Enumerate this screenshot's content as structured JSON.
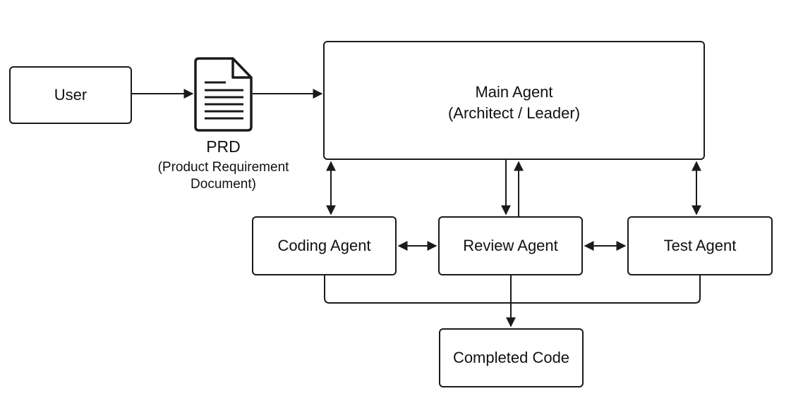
{
  "nodes": {
    "user": "User",
    "prd_title": "PRD",
    "prd_subtitle_line1": "(Product Requirement",
    "prd_subtitle_line2": "Document)",
    "main_line1": "Main Agent",
    "main_line2": "(Architect / Leader)",
    "coding": "Coding Agent",
    "review": "Review Agent",
    "test": "Test Agent",
    "completed": "Completed Code"
  },
  "icons": {
    "prd": "document-icon"
  },
  "colors": {
    "stroke": "#1a1a1a",
    "background": "#ffffff"
  }
}
